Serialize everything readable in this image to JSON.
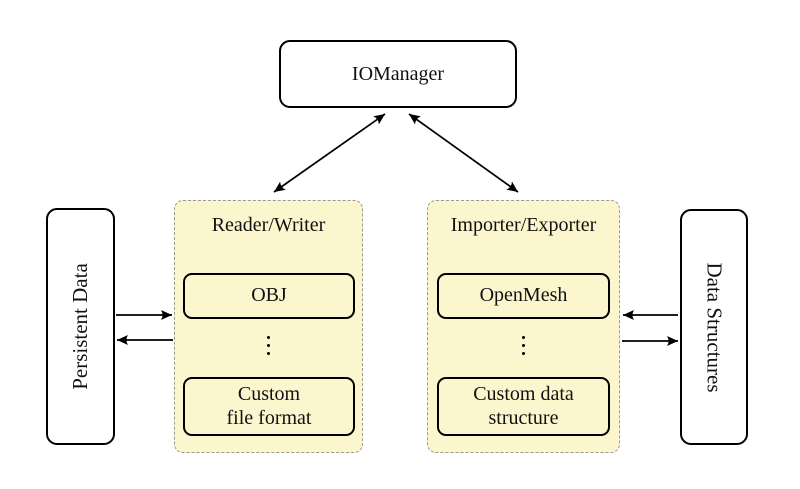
{
  "diagram": {
    "nodes": {
      "iomanager": {
        "label": "IOManager"
      },
      "persistent_data": {
        "label": "Persistent Data"
      },
      "data_structures": {
        "label": "Data Structures"
      }
    },
    "groups": {
      "reader_writer": {
        "title": "Reader/Writer",
        "top_item": {
          "label": "OBJ"
        },
        "ellipsis": "⋮",
        "bottom_item": {
          "lines": [
            "Custom",
            "file format"
          ]
        }
      },
      "importer_exporter": {
        "title": "Importer/Exporter",
        "top_item": {
          "label": "OpenMesh"
        },
        "ellipsis": "⋮",
        "bottom_item": {
          "lines": [
            "Custom data",
            "structure"
          ]
        }
      }
    },
    "edges": [
      {
        "from": "IOManager",
        "to": "Reader/Writer",
        "direction": "bidirectional"
      },
      {
        "from": "IOManager",
        "to": "Importer/Exporter",
        "direction": "bidirectional"
      },
      {
        "from": "Persistent Data",
        "to": "Reader/Writer",
        "direction": "forward"
      },
      {
        "from": "Reader/Writer",
        "to": "Persistent Data",
        "direction": "forward"
      },
      {
        "from": "Data Structures",
        "to": "Importer/Exporter",
        "direction": "forward"
      },
      {
        "from": "Importer/Exporter",
        "to": "Data Structures",
        "direction": "forward"
      }
    ],
    "colors": {
      "background": "#ffffff",
      "group_fill": "#fbf6cd",
      "group_border": "#999999",
      "node_fill": "#ffffff",
      "line": "#000000"
    }
  }
}
